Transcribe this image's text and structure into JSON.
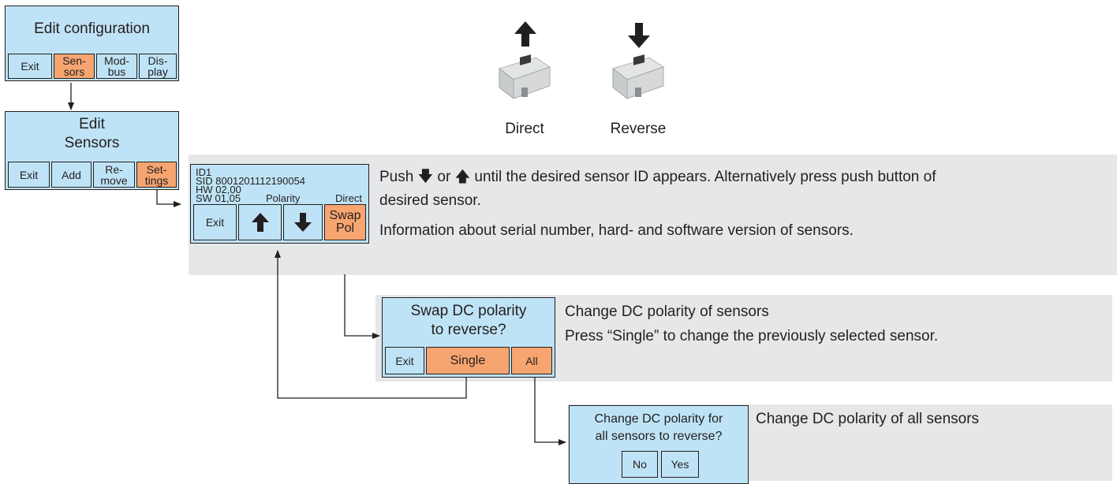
{
  "edit_configuration": {
    "title": "Edit configuration",
    "buttons": [
      {
        "label": "Exit",
        "active": false
      },
      {
        "label": "Sen-\nsors",
        "active": true
      },
      {
        "label": "Mod-\nbus",
        "active": false
      },
      {
        "label": "Dis-\nplay",
        "active": false
      }
    ]
  },
  "edit_sensors": {
    "title": "Edit\nSensors",
    "buttons": [
      {
        "label": "Exit",
        "active": false
      },
      {
        "label": "Add",
        "active": false
      },
      {
        "label": "Re-\nmove",
        "active": false
      },
      {
        "label": "Set-\ntings",
        "active": true
      }
    ]
  },
  "sensor_settings": {
    "id": "ID1",
    "sid": "SID 8001201112190054",
    "hw": "HW 02,00",
    "sw": "SW 01,05",
    "polarity_label": "Polarity",
    "polarity_value": "Direct",
    "buttons": [
      {
        "label": "Exit",
        "active": false
      },
      {
        "label": "up-arrow",
        "active": false
      },
      {
        "label": "down-arrow",
        "active": false
      },
      {
        "label": "Swap\nPol",
        "active": true
      }
    ],
    "description_line1": "Push 🡇 or 🡅 until the desired sensor ID appears. Alternatively press push button of",
    "description_line2": "desired sensor.",
    "description_line3": "Information about serial number, hard- and software version of sensors."
  },
  "swap_polarity": {
    "title": "Swap DC polarity\nto reverse?",
    "buttons": [
      {
        "label": "Exit",
        "active": false
      },
      {
        "label": "Single",
        "active": true
      },
      {
        "label": "All",
        "active": true
      }
    ],
    "description_line1": "Change DC polarity of sensors",
    "description_line2": "Press “Single” to change the previously selected sensor."
  },
  "change_all": {
    "title": "Change DC polarity for\nall sensors to reverse?",
    "buttons": [
      {
        "label": "No",
        "active": false
      },
      {
        "label": "Yes",
        "active": false
      }
    ],
    "description": "Change DC polarity of all sensors"
  },
  "sensor_images": {
    "direct_caption": "Direct",
    "reverse_caption": "Reverse"
  },
  "colors": {
    "screen_bg": "#bfe3f6",
    "active_button": "#f7a570",
    "panel_bg": "#e6e7e8",
    "line": "#231f20"
  }
}
